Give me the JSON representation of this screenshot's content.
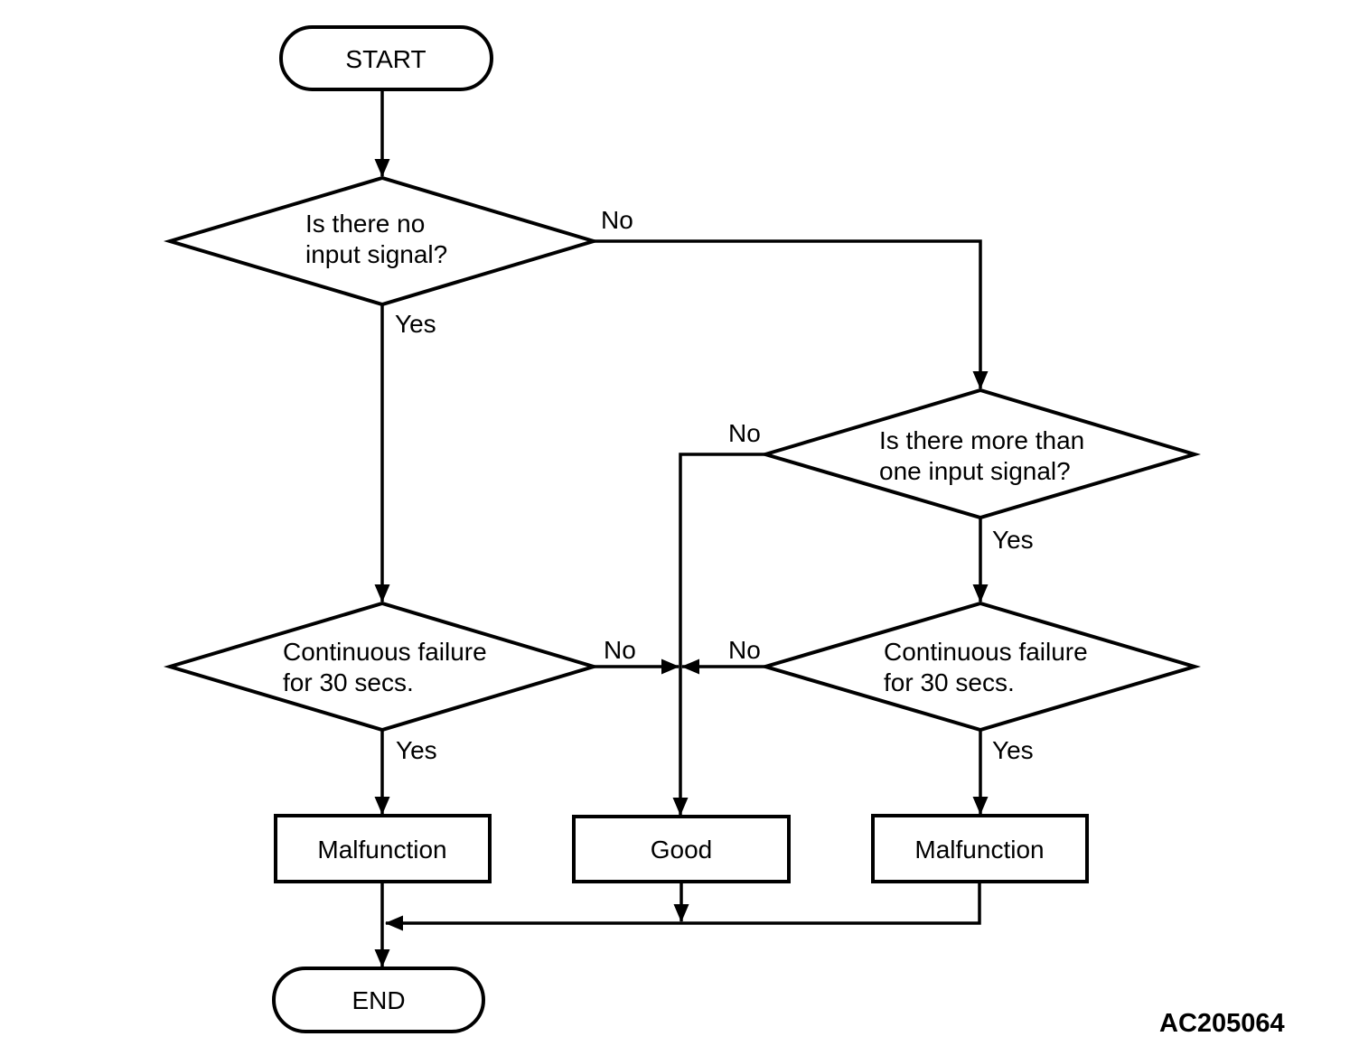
{
  "diagram": {
    "type": "flowchart",
    "figure_code": "AC205064",
    "colors": {
      "stroke": "#000000",
      "background": "#ffffff"
    },
    "nodes": {
      "start": {
        "label": "START"
      },
      "no_input": {
        "line1": "Is there no",
        "line2": "input signal?"
      },
      "multi_input": {
        "line1": "Is there more than",
        "line2": "one input signal?"
      },
      "cont_fail_left": {
        "line1": "Continuous failure",
        "line2": "for 30 secs."
      },
      "cont_fail_right": {
        "line1": "Continuous failure",
        "line2": "for 30 secs."
      },
      "malfunction_left": {
        "label": "Malfunction"
      },
      "good": {
        "label": "Good"
      },
      "malfunction_right": {
        "label": "Malfunction"
      },
      "end": {
        "label": "END"
      }
    },
    "edge_labels": {
      "no_input_no": "No",
      "no_input_yes": "Yes",
      "multi_input_no": "No",
      "multi_input_yes": "Yes",
      "cont_fail_left_no": "No",
      "cont_fail_left_yes": "Yes",
      "cont_fail_right_no": "No",
      "cont_fail_right_yes": "Yes"
    }
  }
}
